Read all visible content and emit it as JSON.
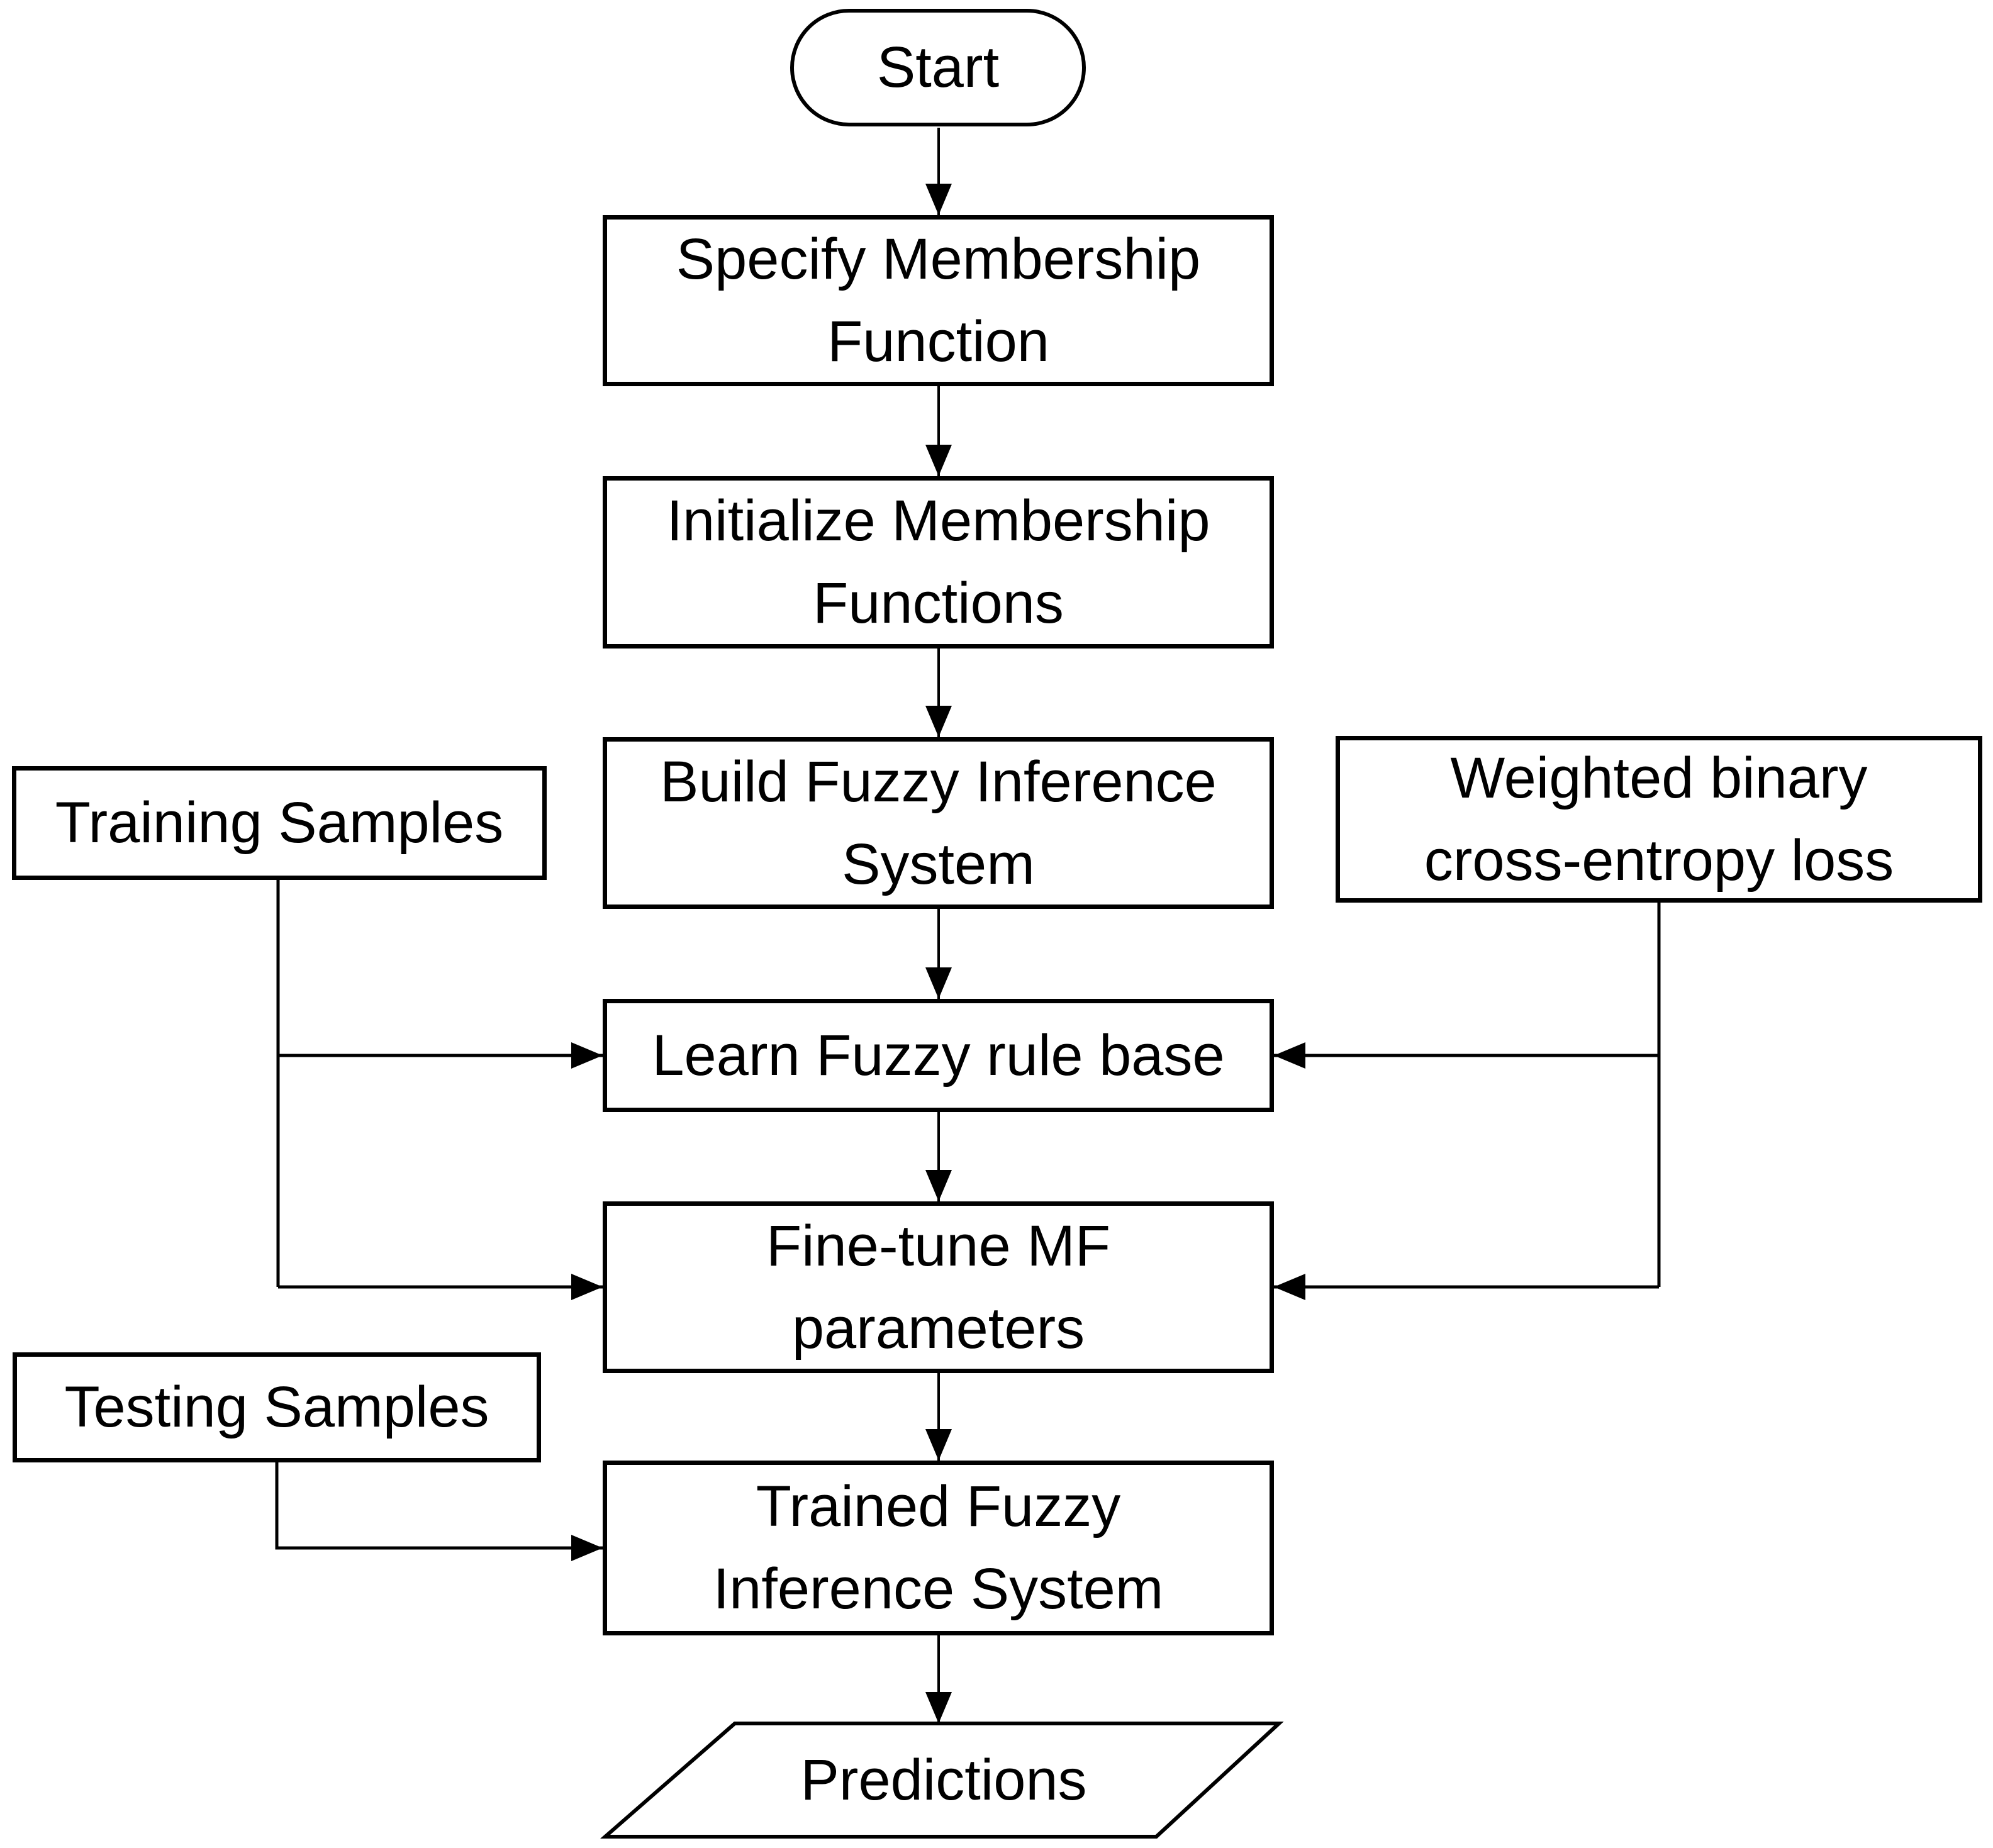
{
  "diagram": {
    "title": "Fuzzy inference system training flowchart",
    "background_color": "#ffffff",
    "stroke_color": "#000000",
    "nodes": {
      "start": {
        "label": "Start"
      },
      "specify": {
        "label": "Specify Membership\nFunction"
      },
      "initialize": {
        "label": "Initialize Membership\nFunctions"
      },
      "build": {
        "label": "Build Fuzzy Inference\nSystem"
      },
      "learn": {
        "label": "Learn Fuzzy rule base"
      },
      "finetune": {
        "label": "Fine-tune MF\nparameters"
      },
      "trained": {
        "label": "Trained Fuzzy\nInference System"
      },
      "predictions": {
        "label": "Predictions"
      },
      "training": {
        "label": "Training Samples"
      },
      "testing": {
        "label": "Testing Samples"
      },
      "weighted": {
        "label": "Weighted binary\ncross-entropy loss"
      }
    }
  }
}
